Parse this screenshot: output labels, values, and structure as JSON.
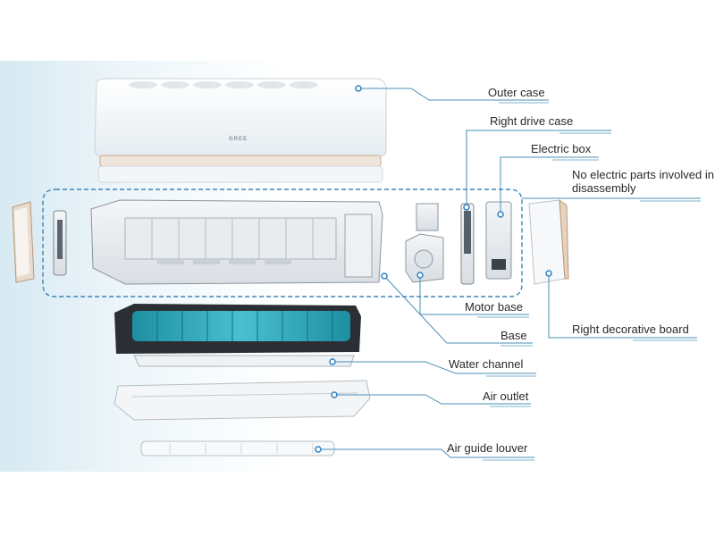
{
  "diagram": {
    "labels": {
      "outer_case": "Outer case",
      "right_drive_case": "Right drive case",
      "electric_box": "Electric box",
      "no_electric_parts": "No electric parts involved in disassembly",
      "motor_base": "Motor base",
      "base": "Base",
      "right_decorative_board": "Right decorative board",
      "water_channel": "Water channel",
      "air_outlet": "Air outlet",
      "air_guide_louver": "Air guide louver"
    },
    "brand_mark": "GREE",
    "colors": {
      "leader_line": "#4a8fb5",
      "dashed_group": "#3b86b8",
      "marker": "#2f80c0",
      "body_white": "#f7fafc",
      "fan_teal": "#2aa3b7",
      "dark_base": "#2b2f33"
    }
  }
}
